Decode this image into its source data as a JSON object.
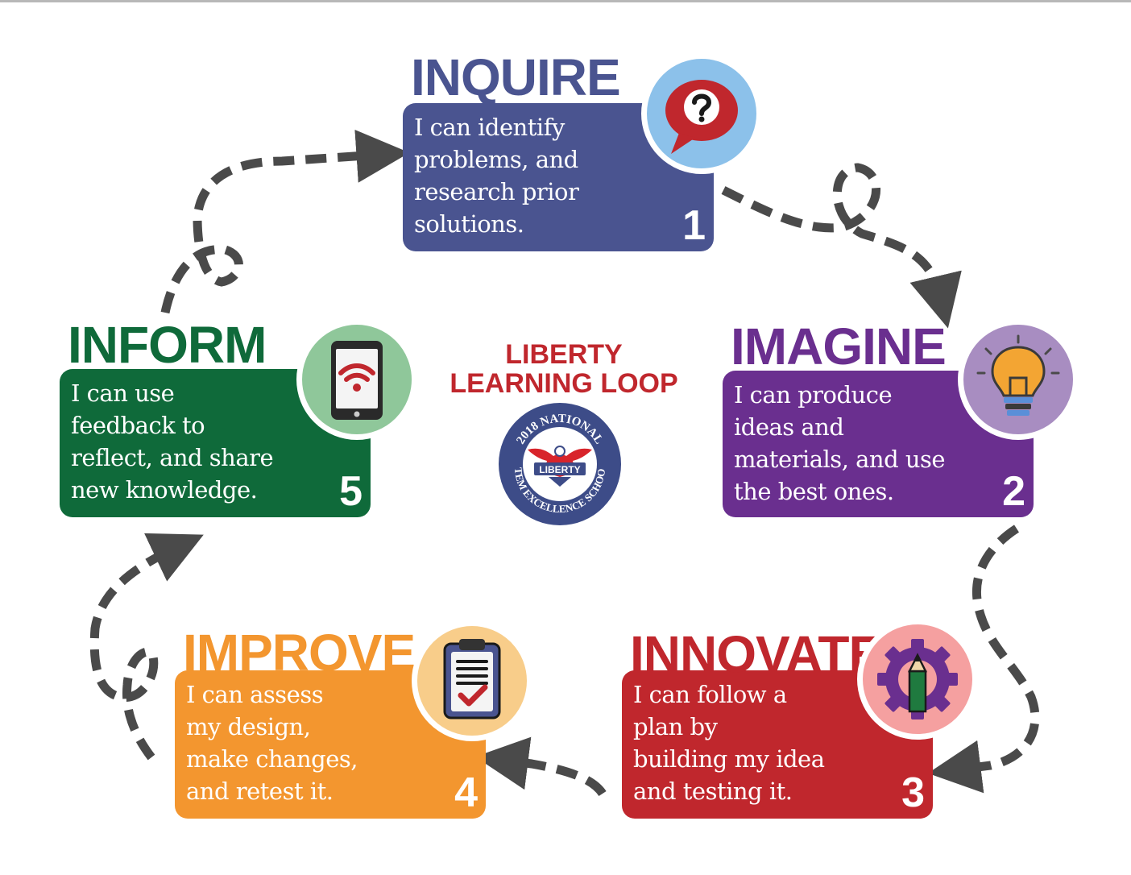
{
  "header": {
    "title_line1": "LIBERTY",
    "title_line2": "LEARNING LOOP"
  },
  "badge": {
    "top_text": "2018 NATIONAL",
    "bottom_text": "STEM EXCELLENCE SCHOOL",
    "center_text": "LIBERTY"
  },
  "colors": {
    "inquire": "#4a5490",
    "imagine": "#6a2f8f",
    "innovate": "#c0272d",
    "improve": "#f3962f",
    "inform": "#0f6a3a",
    "arrows": "#4a4a4a"
  },
  "steps": [
    {
      "title": "INQUIRE",
      "description": "I can identify\nproblems, and\nresearch prior\nsolutions.",
      "number": "1",
      "icon": "question-speech-bubble-icon"
    },
    {
      "title": "IMAGINE",
      "description": "I can produce\nideas and\nmaterials, and use\nthe best ones.",
      "number": "2",
      "icon": "lightbulb-icon"
    },
    {
      "title": "INNOVATE",
      "description": "I can follow a\nplan by\nbuilding my idea\nand testing it.",
      "number": "3",
      "icon": "gear-pencil-icon"
    },
    {
      "title": "IMPROVE",
      "description": "I can assess\nmy design,\nmake changes,\nand retest it.",
      "number": "4",
      "icon": "clipboard-check-icon"
    },
    {
      "title": "INFORM",
      "description": "I can use\nfeedback to\nreflect, and share\nnew knowledge.",
      "number": "5",
      "icon": "tablet-wifi-icon"
    }
  ]
}
